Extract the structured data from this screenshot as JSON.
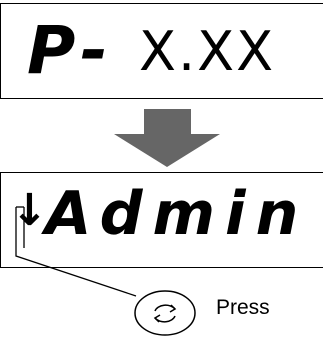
{
  "display_top": {
    "prefix": "P-",
    "version": "X.XX"
  },
  "display_bottom": {
    "indicator": "↓",
    "text": "Admin"
  },
  "transition_arrow_color": "#666666",
  "key": {
    "icon": "rotate-arrows-icon",
    "label": "Press"
  }
}
